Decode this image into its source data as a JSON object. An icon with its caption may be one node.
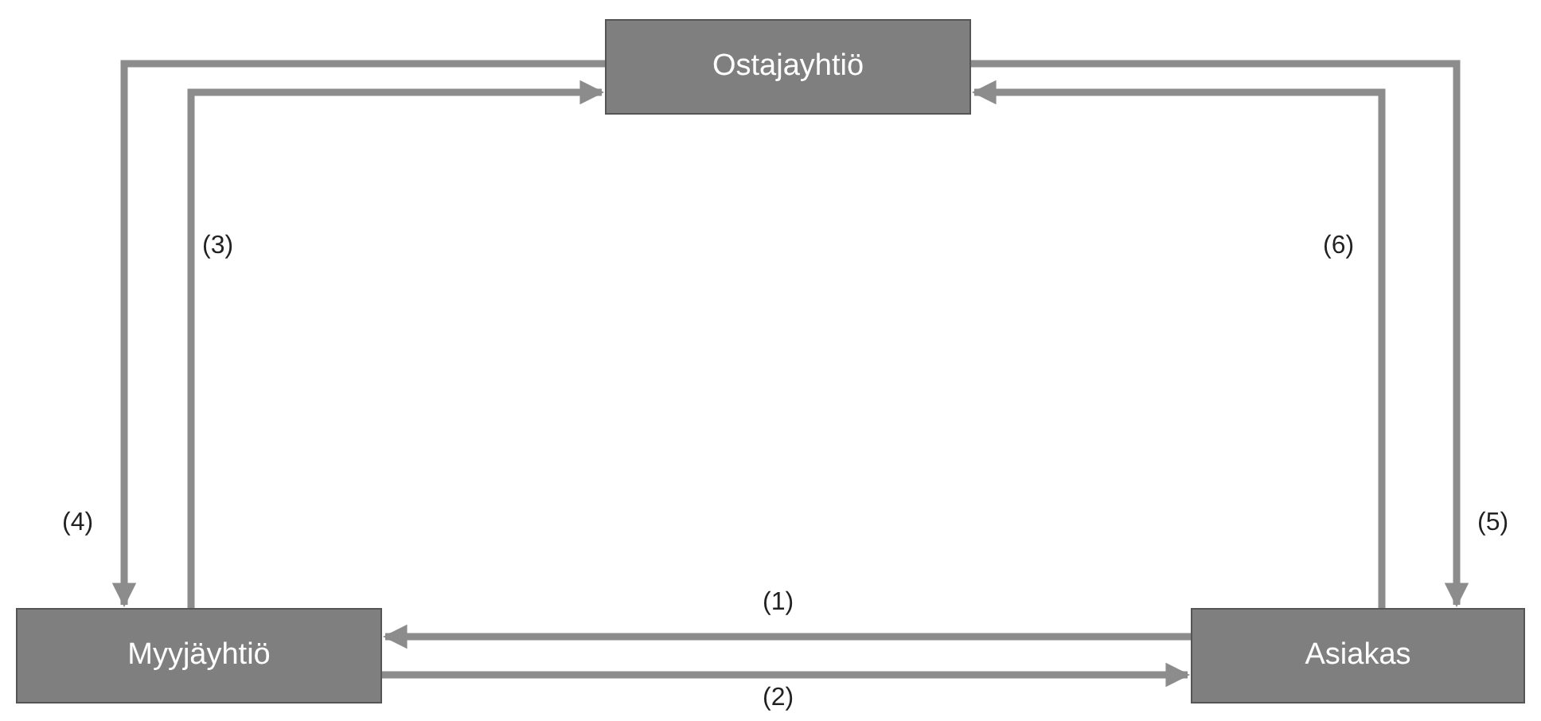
{
  "diagram": {
    "nodes": [
      {
        "text": [
          "Ostajayhtiö"
        ]
      },
      {
        "text": [
          "Myyjäyhtiö"
        ]
      },
      {
        "text": [
          "Asiakas"
        ]
      }
    ],
    "edges": [
      {
        "from": 2,
        "to": 1,
        "arrow": "to",
        "label": "(1)"
      },
      {
        "from": 1,
        "to": 2,
        "arrow": "to",
        "label": "(2)"
      },
      {
        "from": 1,
        "to": 0,
        "arrow": "to",
        "label": "(3)"
      },
      {
        "from": 0,
        "to": 1,
        "arrow": "to",
        "label": "(4)"
      },
      {
        "from": 0,
        "to": 2,
        "arrow": "to",
        "label": "(5)"
      },
      {
        "from": 2,
        "to": 0,
        "arrow": "to",
        "label": "(6)"
      }
    ]
  }
}
